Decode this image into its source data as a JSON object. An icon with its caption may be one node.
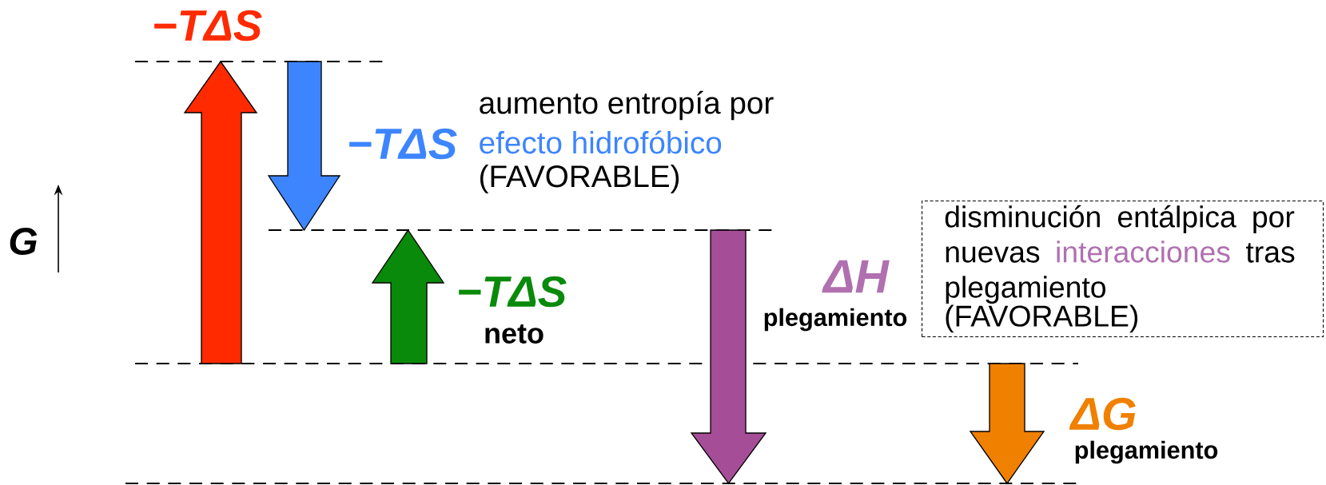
{
  "diagram": {
    "nodes": [
      {
        "text": [
          "disminución entálpica por nuevas",
          "interacciones",
          "tras plegamiento",
          "(FAVORABLE)"
        ]
      }
    ],
    "labels": [
      "−TΔS",
      "−TΔS",
      "aumento entropía por",
      "efecto hidrofóbico",
      "(FAVORABLE)",
      "ΔH",
      "plegamiento",
      "−TΔS",
      "neto",
      "G",
      "ΔG",
      "plegamiento"
    ]
  }
}
